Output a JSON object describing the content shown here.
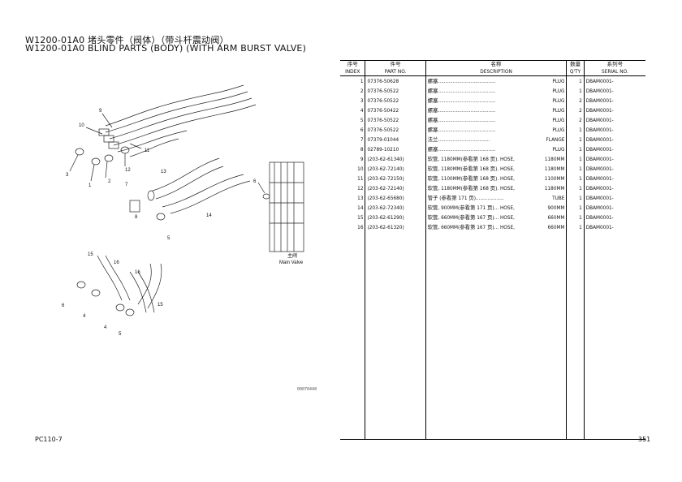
{
  "header": {
    "title_cn": "W1200-01A0 堵头零件（阀体）（带斗杆震动阀）",
    "title_en": "W1200-01A0 BLIND PARTS (BODY) (WITH ARM BURST VALVE)"
  },
  "table": {
    "columns": [
      {
        "cn": "序号",
        "en": "INDEX"
      },
      {
        "cn": "件号",
        "en": "PART NO."
      },
      {
        "cn": "名称",
        "en": "DESCRIPTION"
      },
      {
        "cn": "数量",
        "en": "Q'TY"
      },
      {
        "cn": "系列号",
        "en": "SERIAL NO."
      }
    ],
    "rows": [
      {
        "index": "1",
        "part_no": "07376-50628",
        "desc_cn": "螺塞.......................................",
        "desc_en": "PLUG",
        "qty": "1",
        "serial": "DBAM0001-"
      },
      {
        "index": "2",
        "part_no": "07376-50522",
        "desc_cn": "螺塞.......................................",
        "desc_en": "PLUG",
        "qty": "1",
        "serial": "DBAM0001-"
      },
      {
        "index": "3",
        "part_no": "07376-50522",
        "desc_cn": "螺塞.......................................",
        "desc_en": "PLUG",
        "qty": "2",
        "serial": "DBAM0001-"
      },
      {
        "index": "4",
        "part_no": "07376-50422",
        "desc_cn": "螺塞.......................................",
        "desc_en": "PLUG",
        "qty": "2",
        "serial": "DBAM0001-"
      },
      {
        "index": "5",
        "part_no": "07376-50522",
        "desc_cn": "螺塞.......................................",
        "desc_en": "PLUG",
        "qty": "2",
        "serial": "DBAM0001-"
      },
      {
        "index": "6",
        "part_no": "07376-50522",
        "desc_cn": "螺塞.......................................",
        "desc_en": "PLUG",
        "qty": "1",
        "serial": "DBAM0001-"
      },
      {
        "index": "7",
        "part_no": "07379-01044",
        "desc_cn": "法兰...................................",
        "desc_en": "FLANGE",
        "qty": "1",
        "serial": "DBAM0001-"
      },
      {
        "index": "8",
        "part_no": "02789-10210",
        "desc_cn": "螺塞.......................................",
        "desc_en": "PLUG",
        "qty": "1",
        "serial": "DBAM0001-"
      },
      {
        "index": "9",
        "part_no": "(203-62-61340)",
        "desc_cn": "软管, 1180MM(参看第 168 页). HOSE,",
        "desc_en": "1180MM",
        "qty": "1",
        "serial": "DBAM0001-"
      },
      {
        "index": "10",
        "part_no": "(203-62-72140)",
        "desc_cn": "软管, 1180MM(参看第 168 页). HOSE,",
        "desc_en": "1180MM",
        "qty": "1",
        "serial": "DBAM0001-"
      },
      {
        "index": "11",
        "part_no": "(203-62-72150)",
        "desc_cn": "软管, 1100MM(参看第 168 页). HOSE,",
        "desc_en": "1100MM",
        "qty": "1",
        "serial": "DBAM0001-"
      },
      {
        "index": "12",
        "part_no": "(203-62-72140)",
        "desc_cn": "软管, 1180MM(参看第 168 页). HOSE,",
        "desc_en": "1180MM",
        "qty": "1",
        "serial": "DBAM0001-"
      },
      {
        "index": "13",
        "part_no": "(203-62-65680)",
        "desc_cn": "管子 (参看第 171 页)...................",
        "desc_en": "TUBE",
        "qty": "1",
        "serial": "DBAM0001-"
      },
      {
        "index": "14",
        "part_no": "(203-62-72340)",
        "desc_cn": "软管, 900MM(参看第 171 页)... HOSE,",
        "desc_en": "900MM",
        "qty": "1",
        "serial": "DBAM0001-"
      },
      {
        "index": "15",
        "part_no": "(203-62-61290)",
        "desc_cn": "软管, 660MM(参看第 167 页)... HOSE,",
        "desc_en": "660MM",
        "qty": "1",
        "serial": "DBAM0001-"
      },
      {
        "index": "16",
        "part_no": "(203-62-61320)",
        "desc_cn": "软管, 660MM(参看第 167 页)... HOSE,",
        "desc_en": "660MM",
        "qty": "1",
        "serial": "DBAM0001-"
      }
    ]
  },
  "figure": {
    "callouts": [
      "9",
      "10",
      "11",
      "3",
      "1",
      "2",
      "12",
      "7",
      "13",
      "8",
      "5",
      "6",
      "14",
      "15",
      "16",
      "16",
      "6",
      "4",
      "4",
      "15",
      "5"
    ],
    "main_valve_cn": "主阀",
    "main_valve_en": "Main Valve",
    "code": "00070448"
  },
  "footer": {
    "model": "PC110-7",
    "page": "351"
  }
}
